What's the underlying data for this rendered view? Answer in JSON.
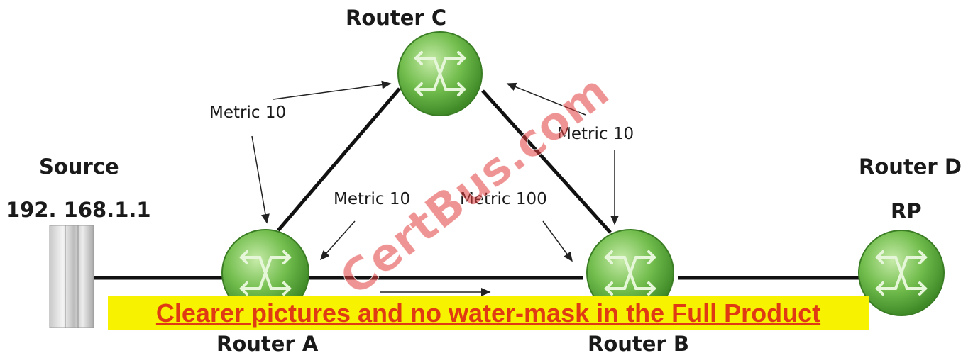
{
  "nodes": {
    "router_c": {
      "label": "Router C"
    },
    "router_a": {
      "label": "Router A"
    },
    "router_b": {
      "label": "Router B"
    },
    "router_d": {
      "label": "Router D",
      "sublabel": "RP"
    },
    "source": {
      "label": "Source",
      "address": "192. 168.1.1"
    }
  },
  "metrics": {
    "a_to_c": "Metric 10",
    "b_to_c": "Metric 10",
    "a_to_b": "Metric 10",
    "b_link": "Metric 100"
  },
  "banner": {
    "text": "Clearer pictures and no water-mask in the Full Product"
  },
  "watermark": {
    "text": "CertBus.com"
  },
  "colors": {
    "router": "#6fb84a",
    "banner_bg": "#f7f200",
    "banner_text": "#e03a14"
  }
}
